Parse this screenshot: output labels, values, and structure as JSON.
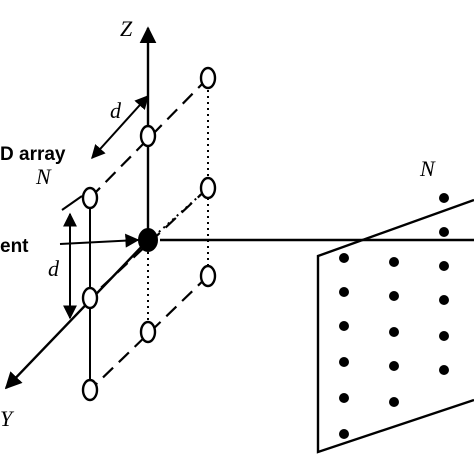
{
  "labels": {
    "axis_z": "Z",
    "axis_y": "Y",
    "array_label": "D array",
    "n_left": "N",
    "n_right": "N",
    "d_top": "d",
    "d_left": "d",
    "element_label": "ent"
  }
}
